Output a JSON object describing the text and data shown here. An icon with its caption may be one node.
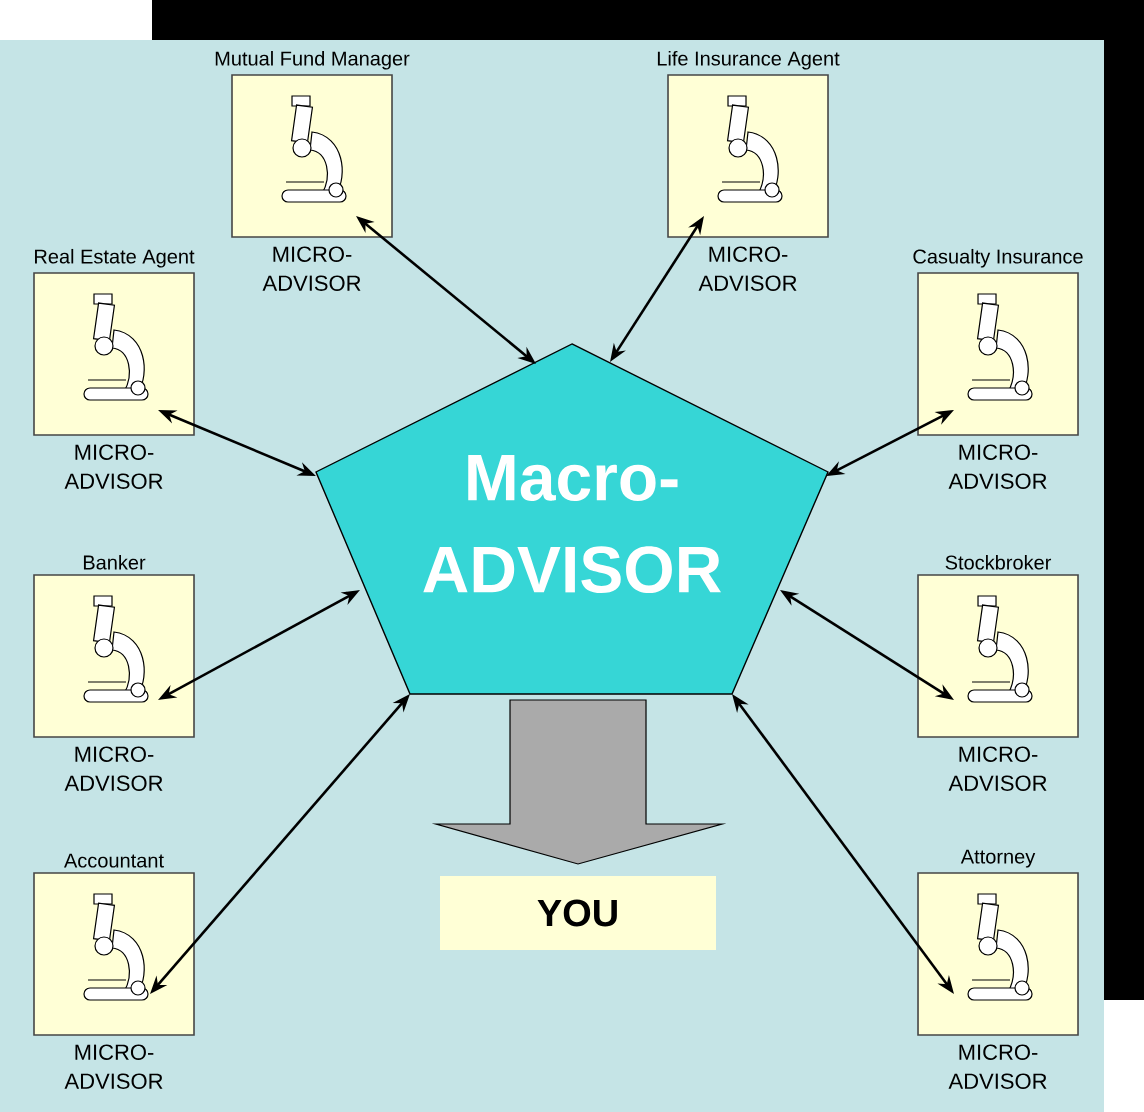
{
  "diagram": {
    "nodes": [
      {
        "text": [
          "Mutual Fund Manager",
          "MICRO- ADVISOR"
        ]
      },
      {
        "text": [
          "Life Insurance Agent",
          "MICRO- ADVISOR"
        ]
      },
      {
        "text": [
          "Real Estate Agent",
          "MICRO- ADVISOR"
        ]
      },
      {
        "text": [
          "Casualty Insurance",
          "MICRO- ADVISOR"
        ]
      },
      {
        "text": [
          "Macro- ADVISOR"
        ]
      },
      {
        "text": [
          "Banker",
          "MICRO- ADVISOR"
        ]
      },
      {
        "text": [
          "Stockbroker",
          "MICRO- ADVISOR"
        ]
      },
      {
        "text": [
          "Accountant",
          "MICRO- ADVISOR"
        ]
      },
      {
        "text": [
          "YOU"
        ]
      },
      {
        "text": [
          "Attorney",
          "MICRO- ADVISOR"
        ]
      }
    ],
    "edges": [
      {
        "from": 4,
        "to": 0,
        "arrow": "both"
      },
      {
        "from": 4,
        "to": 1,
        "arrow": "both"
      },
      {
        "from": 4,
        "to": 2,
        "arrow": "both"
      },
      {
        "from": 4,
        "to": 3,
        "arrow": "both"
      },
      {
        "from": 4,
        "to": 5,
        "arrow": "both"
      },
      {
        "from": 4,
        "to": 6,
        "arrow": "both"
      },
      {
        "from": 4,
        "to": 7,
        "arrow": "both"
      },
      {
        "from": 4,
        "to": 9,
        "arrow": "both"
      },
      {
        "from": 4,
        "to": 8,
        "arrow": "to",
        "style": "thick",
        "color": "#aaaaaa"
      }
    ]
  }
}
